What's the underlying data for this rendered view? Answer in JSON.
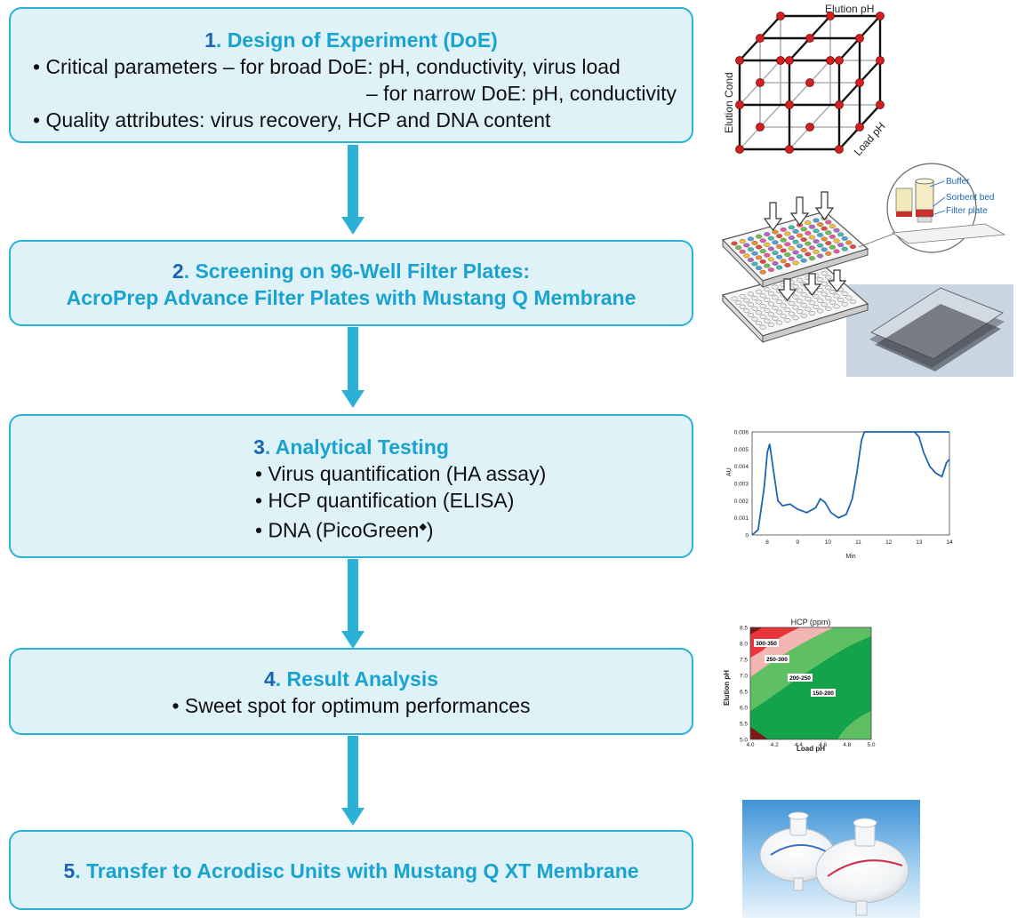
{
  "steps": [
    {
      "num": "1",
      "title": ". Design of Experiment (DoE)",
      "bullets": [
        "• Critical parameters – for broad DoE: pH, conductivity, virus load",
        "– for narrow DoE: pH, conductivity",
        "• Quality attributes: virus recovery, HCP and DNA content"
      ]
    },
    {
      "num": "2",
      "title": ". Screening on 96-Well Filter Plates:",
      "title2": "AcroPrep Advance Filter Plates with Mustang Q Membrane"
    },
    {
      "num": "3",
      "title": ". Analytical Testing",
      "bullets": [
        "• Virus quantification (HA assay)",
        "• HCP quantification (ELISA)",
        "• DNA (PicoGreen",
        "◆",
        ")"
      ]
    },
    {
      "num": "4",
      "title": ". Result Analysis",
      "bullets": [
        "• Sweet spot for optimum performances"
      ]
    },
    {
      "num": "5",
      "title": ". Transfer to Acrodisc Units with Mustang Q XT Membrane"
    }
  ],
  "cube": {
    "top_label": "Elution pH",
    "left_label": "Elution Cond",
    "right_label": "Load pH"
  },
  "plate": {
    "labels": [
      "Buffer",
      "Sorbent bed",
      "Filter plate"
    ]
  },
  "chromatogram": {
    "type": "line",
    "ylabel": "AU",
    "xlabel": "Min",
    "x_ticks": [
      "8",
      "9",
      "10",
      "11",
      "12",
      "13",
      "14"
    ],
    "y_ticks": [
      "0",
      "0.001",
      "0.002",
      "0.003",
      "0.004",
      "0.005",
      "0.006"
    ],
    "xlim": [
      7.5,
      14
    ],
    "ylim": [
      0,
      0.006
    ],
    "line_color": "#1a66b5",
    "x": [
      7.5,
      7.7,
      7.9,
      8.0,
      8.08,
      8.2,
      8.35,
      8.5,
      8.75,
      9.0,
      9.3,
      9.6,
      9.75,
      9.9,
      10.1,
      10.35,
      10.6,
      10.8,
      10.95,
      11.1,
      11.2,
      14.0
    ],
    "y": [
      0.0,
      0.0003,
      0.0028,
      0.0048,
      0.0053,
      0.0038,
      0.002,
      0.0017,
      0.0018,
      0.0015,
      0.0013,
      0.0016,
      0.0021,
      0.0019,
      0.0013,
      0.001,
      0.0012,
      0.0021,
      0.0036,
      0.0055,
      0.006,
      0.006
    ],
    "x2": [
      12.85,
      13.0,
      13.15,
      13.35,
      13.55,
      13.75,
      13.9,
      14.0
    ],
    "y2": [
      0.006,
      0.0057,
      0.0048,
      0.004,
      0.0036,
      0.0034,
      0.0042,
      0.0044
    ]
  },
  "contour": {
    "title": "HCP (ppm)",
    "xlabel": "Load pH",
    "ylabel": "Elution pH",
    "x_ticks": [
      "4.0",
      "4.2",
      "4.4",
      "4.6",
      "4.8",
      "5.0"
    ],
    "y_ticks": [
      "5.0",
      "5.5",
      "6.0",
      "6.5",
      "7.0",
      "7.5",
      "8.0",
      "8.5"
    ],
    "regions": [
      "300-350",
      "250-300",
      "200-250",
      "150-200"
    ],
    "colors": {
      "dark": "#7a1a1a",
      "red": "#e8353b",
      "pink": "#f3b6b2",
      "light_green": "#5fbf63",
      "green": "#14a24a"
    }
  },
  "colors": {
    "accent": "#1aa3cf",
    "number": "#1a66b5",
    "box_fill": "#dff2f8",
    "box_border": "#2bb0d8",
    "arrow": "#2bb0d8"
  }
}
